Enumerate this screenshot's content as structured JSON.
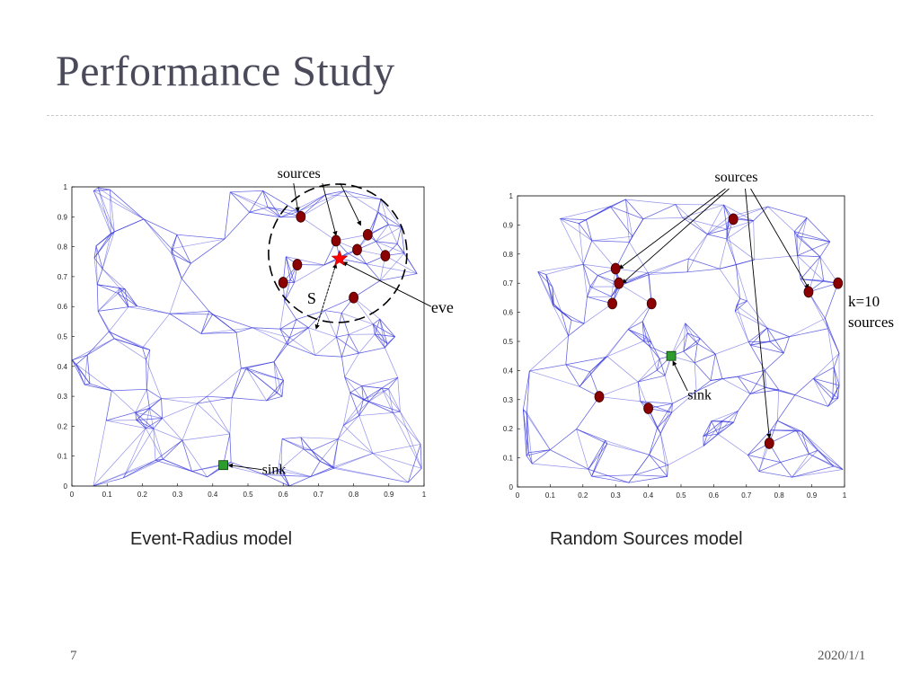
{
  "slide": {
    "title": "Performance Study",
    "page_number": "7",
    "date": "2020/1/1"
  },
  "colors": {
    "title": "#4a4a5a",
    "network_edges": "#3b3bdc",
    "source_nodes": "#8b0000",
    "sink_node": "#2e9b2e",
    "event_star": "#ff0000"
  },
  "captions": {
    "left": "Event-Radius model",
    "right": "Random Sources model"
  },
  "chart_data": [
    {
      "type": "scatter",
      "title": "",
      "xlabel": "",
      "ylabel": "",
      "xlim": [
        0,
        1
      ],
      "ylim": [
        0,
        1
      ],
      "xticks": [
        "0",
        "0.1",
        "0.2",
        "0.3",
        "0.4",
        "0.5",
        "0.6",
        "0.7",
        "0.8",
        "0.9",
        "1"
      ],
      "yticks": [
        "0",
        "0.1",
        "0.2",
        "0.3",
        "0.4",
        "0.5",
        "0.6",
        "0.7",
        "0.8",
        "0.9",
        "1"
      ],
      "grid": false,
      "annotations": [
        "sources",
        "eve",
        "S",
        "sink"
      ],
      "series": [
        {
          "x": [
            0.65,
            0.75,
            0.84,
            0.81,
            0.89,
            0.64,
            0.6,
            0.8
          ],
          "y": [
            0.9,
            0.82,
            0.84,
            0.79,
            0.77,
            0.74,
            0.68,
            0.63
          ]
        },
        {
          "x": [
            0.76
          ],
          "y": [
            0.76
          ]
        },
        {
          "x": [
            0.43
          ],
          "y": [
            0.07
          ]
        }
      ]
    },
    {
      "type": "scatter",
      "title": "",
      "xlabel": "",
      "ylabel": "",
      "xlim": [
        0,
        1
      ],
      "ylim": [
        0,
        1
      ],
      "xticks": [
        "0",
        "0.1",
        "0.2",
        "0.3",
        "0.4",
        "0.5",
        "0.6",
        "0.7",
        "0.8",
        "0.9",
        "1"
      ],
      "yticks": [
        "0",
        "0.1",
        "0.2",
        "0.3",
        "0.4",
        "0.5",
        "0.6",
        "0.7",
        "0.8",
        "0.9",
        "1"
      ],
      "grid": false,
      "annotations": [
        "sources",
        "k=10",
        "sources",
        "sink"
      ],
      "series": [
        {
          "x": [
            0.3,
            0.31,
            0.29,
            0.41,
            0.66,
            0.89,
            0.98,
            0.25,
            0.4,
            0.77
          ],
          "y": [
            0.75,
            0.7,
            0.63,
            0.63,
            0.92,
            0.67,
            0.7,
            0.31,
            0.27,
            0.15
          ]
        },
        {
          "x": [
            0.47
          ],
          "y": [
            0.45
          ]
        }
      ]
    }
  ]
}
